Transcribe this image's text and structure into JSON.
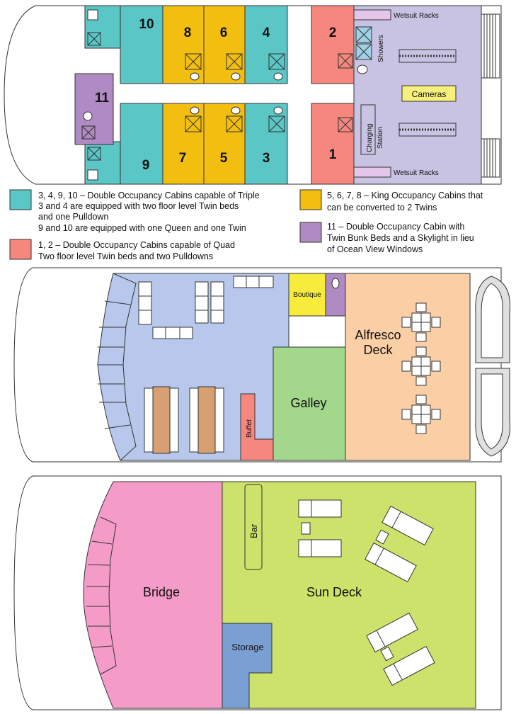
{
  "deck1": {
    "cabins": {
      "c10": "10",
      "c8": "8",
      "c6": "6",
      "c4": "4",
      "c2": "2",
      "c11": "11",
      "c9": "9",
      "c7": "7",
      "c5": "5",
      "c3": "3",
      "c1": "1"
    },
    "labels": {
      "wetsuit_top": "Wetsuit Racks",
      "wetsuit_bottom": "Wetsuit Racks",
      "showers": "Showers",
      "cameras": "Cameras",
      "charging_1": "Charging",
      "charging_2": "Station"
    },
    "legend": {
      "teal": [
        "3, 4, 9, 10 – Double Occupancy Cabins capable of  Triple",
        "3 and 4 are equipped with two floor level Twin beds",
        "and one Pulldown",
        "9 and 10 are equipped with one Queen and one Twin"
      ],
      "salmon": [
        "1, 2 – Double Occupancy Cabins capable of Quad",
        "Two floor level Twin beds and two Pulldowns"
      ],
      "yellow": [
        "5, 6, 7, 8 – King Occupancy Cabins that",
        "can be converted to 2 Twins"
      ],
      "purple": [
        "11 – Double Occupancy Cabin with",
        "Twin Bunk Beds and a Skylight in lieu",
        "of Ocean View Windows"
      ]
    }
  },
  "deck2": {
    "boutique": "Boutique",
    "alfresco_1": "Alfresco",
    "alfresco_2": "Deck",
    "galley": "Galley",
    "buffet": "Buffet"
  },
  "deck3": {
    "bridge": "Bridge",
    "sun_deck": "Sun Deck",
    "bar": "Bar",
    "storage": "Storage"
  },
  "colors": {
    "teal": "#5bc6c6",
    "yellow": "#f2bf10",
    "salmon": "#f5877e",
    "purple": "#b08ac2",
    "lavender": "#c9c3e3",
    "cameras_yellow": "#f7ef7c",
    "lounge_blue": "#b7c8ec",
    "galley_green": "#a3d88c",
    "alfresco_orange": "#fbcfa5",
    "bridge_pink": "#f49bc7",
    "sundeck_green": "#cce26a",
    "storage_blue": "#7a9fd2"
  }
}
